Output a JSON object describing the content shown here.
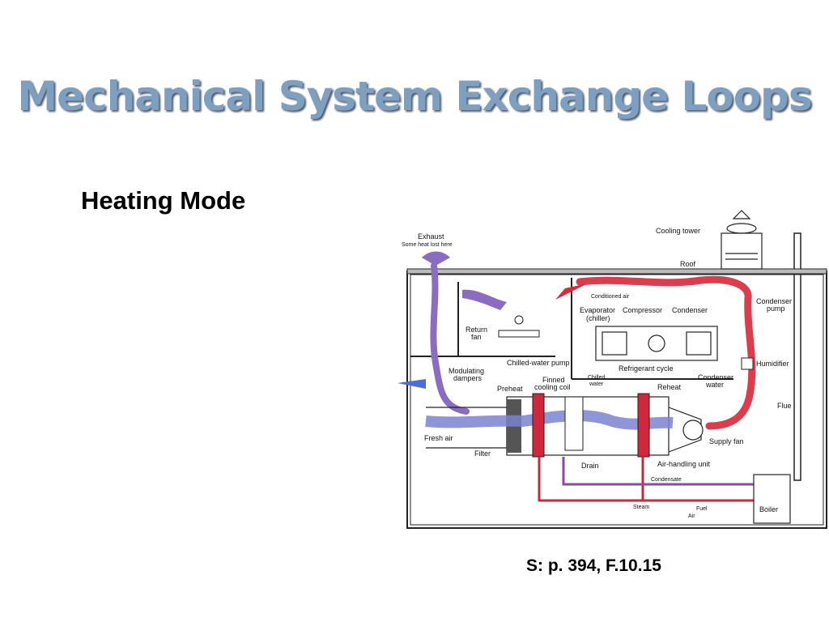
{
  "slide": {
    "title": "Mechanical System Exchange Loops",
    "subheading": "Heating Mode",
    "citation": "S: p. 394,  F.10.15"
  },
  "diagram": {
    "labels": {
      "exhaust": "Exhaust",
      "exhaust_note": "Some heat lost here",
      "cooling_tower": "Cooling tower",
      "roof": "Roof",
      "conditioned_air": "Conditioned air",
      "evaporator": "Evaporator",
      "chiller": "(chiller)",
      "compressor": "Compressor",
      "condenser": "Condenser",
      "condenser_pump_1": "Condenser",
      "condenser_pump_2": "pump",
      "return_fan_1": "Return",
      "return_fan_2": "fan",
      "chilled_water_pump": "Chilled-water pump",
      "refrigerant_cycle": "Refrigerant cycle",
      "humidifier": "Humidifier",
      "modulating_dampers_1": "Modulating",
      "modulating_dampers_2": "dampers",
      "preheat": "Preheat",
      "finned_cooling_coil_1": "Finned",
      "finned_cooling_coil_2": "cooling coil",
      "chilled_water_1": "Chilled",
      "chilled_water_2": "water",
      "reheat": "Reheat",
      "condenser_water_1": "Condenser",
      "condenser_water_2": "water",
      "flue": "Flue",
      "fresh_air": "Fresh air",
      "supply_fan": "Supply fan",
      "filter": "Filter",
      "drain": "Drain",
      "air_handling_unit": "Air-handling unit",
      "condensate": "Condensate",
      "steam": "Steam",
      "fuel": "Fuel",
      "air": "Air",
      "boiler": "Boiler"
    },
    "colors": {
      "warm_air": "#d8283a",
      "cool_air": "#8a6cc0",
      "fresh_air": "#4a6ed6",
      "steam_line": "#c62b3a",
      "condensate_line": "#8a4aa0",
      "walls": "#222222"
    }
  }
}
